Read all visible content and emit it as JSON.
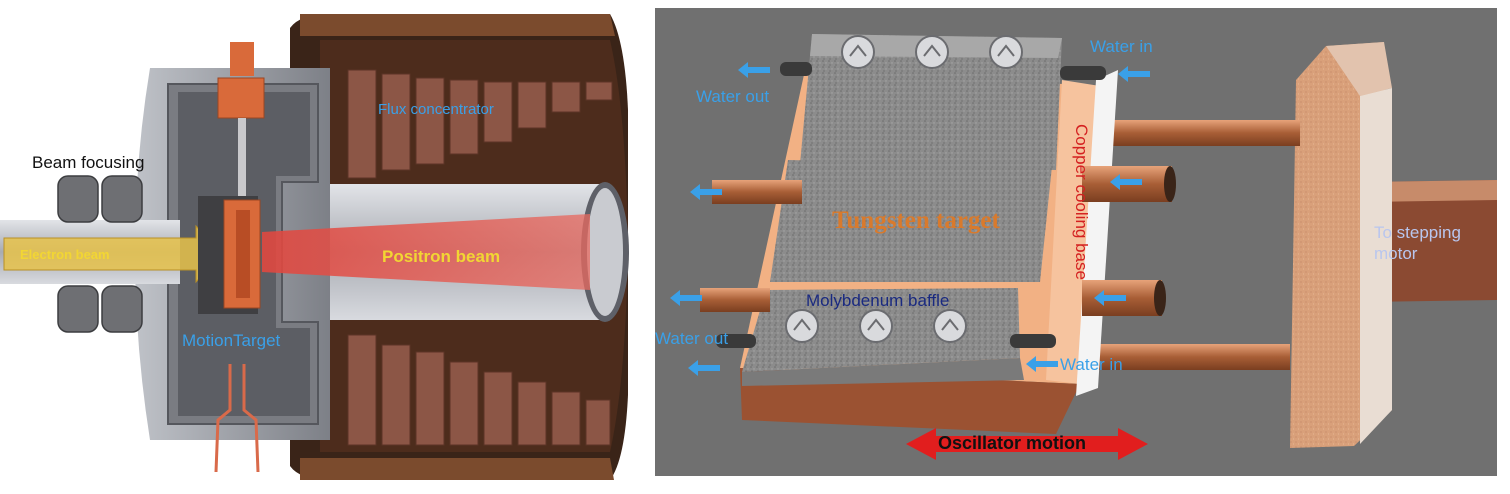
{
  "left_panel": {
    "labels": {
      "beam_focusing": "Beam focusing",
      "electron_beam": "Electron beam",
      "motion_target": "MotionTarget",
      "flux_concentrator": "Flux concentrator",
      "positron_beam": "Positron beam"
    }
  },
  "right_panel": {
    "labels": {
      "water_in_top": "Water in",
      "water_out_top": "Water out",
      "copper_cooling_base": "Copper cooling base",
      "tungsten_target": "Tungsten target",
      "molybdenum_baffle": "Molybdenum baffle",
      "water_out_bottom": "Water out",
      "water_in_bottom": "Water in",
      "to_stepping_motor": "To stepping motor",
      "oscillator_motion": "Oscillator motion"
    }
  },
  "colors": {
    "label_blue": "#3aa0e8",
    "label_black": "#111111",
    "label_yellow": "#f2d633",
    "label_red": "#d42020",
    "label_orange": "#d97a2c",
    "label_navy": "#1a2a80",
    "copper": "#c27a52",
    "coil_brown": "#8a5240",
    "steel_gray": "#9a9ca2",
    "background_gray": "#707070"
  }
}
